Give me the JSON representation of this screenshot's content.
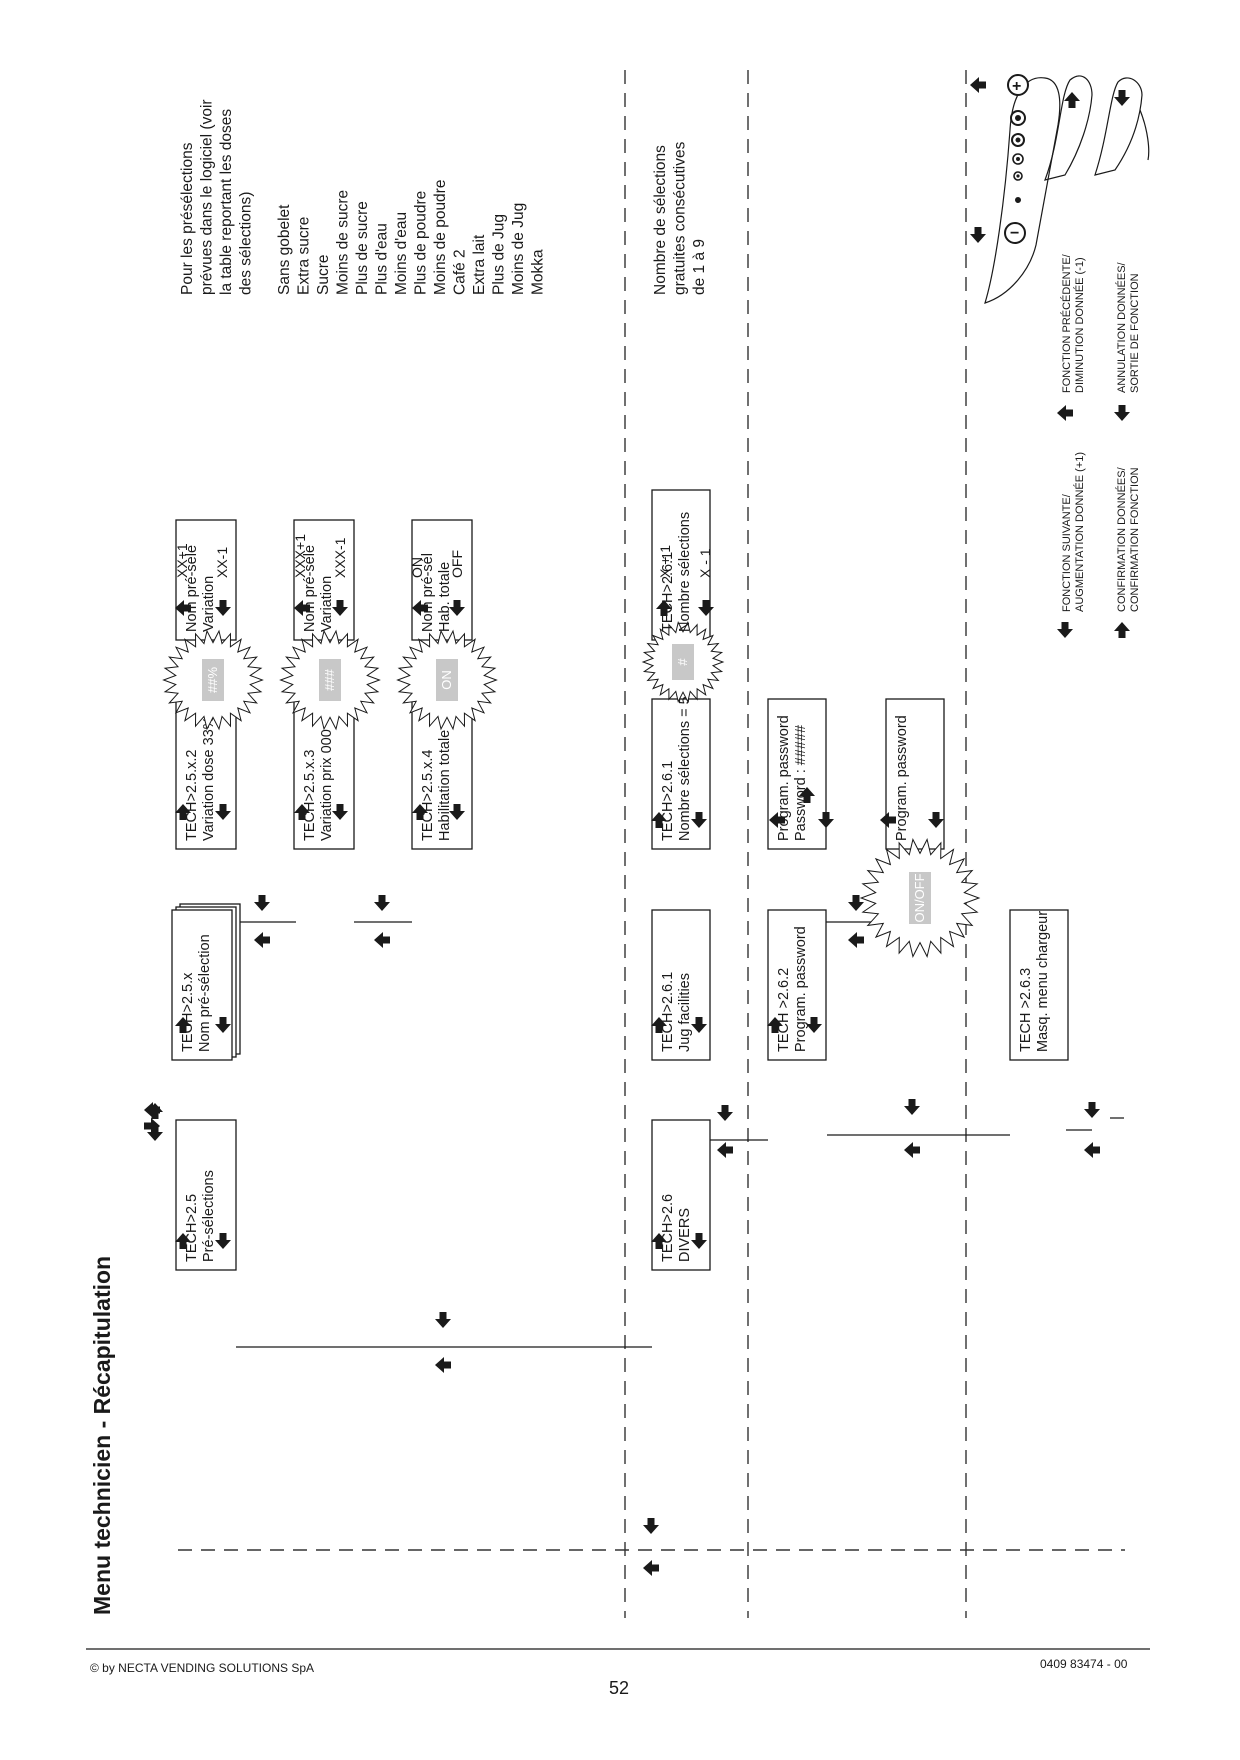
{
  "page": {
    "title": "Menu technicien - Récapitulation",
    "footer_left": "© by NECTA VENDING SOLUTIONS SpA",
    "footer_right": "0409 83474 - 00",
    "page_number": "52"
  },
  "boxes": {
    "tech25": [
      "TECH>2.5",
      "Pré-sélections"
    ],
    "tech25x": [
      "TECH>2.5.x",
      "Nom pré-sélection"
    ],
    "tech25x2": [
      "TECH>2.5.x.2",
      "Variation dose 33%"
    ],
    "tech25x3": [
      "TECH>2.5.x.3",
      "Variation prix 000"
    ],
    "tech25x4": [
      "TECH>2.5.x.4",
      "Habilitation totale"
    ],
    "edit2": [
      "Nom pré-sele",
      "Variation"
    ],
    "edit3": [
      "Nom pré-sele",
      "Variation"
    ],
    "edit4": [
      "Nom pré-sél",
      "Hab. totale"
    ],
    "tech26": [
      "TECH>2.6",
      "DIVERS"
    ],
    "tech261a": [
      "TECH>2.6.1",
      "Jug facilities"
    ],
    "tech261b": [
      "TECH>2.6.1",
      "Nombre sélections = 5"
    ],
    "tech261c": [
      "TECH>2.6.1",
      "Nombre sélections"
    ],
    "tech262": [
      "TECH >2.6.2",
      "Program. password"
    ],
    "pwd1": [
      "Program. password",
      "Password : #####"
    ],
    "pwd2": [
      "Program. password",
      ""
    ],
    "tech263": [
      "TECH >2.6.3",
      "Masq. menu chargeur"
    ]
  },
  "badges": {
    "edit2": "##%",
    "edit3": "###",
    "edit4": "ON",
    "tech261c": "#",
    "pwd2": "ON/OFF"
  },
  "values": {
    "edit2": [
      "XX+1",
      "XX-1"
    ],
    "edit3": [
      "XXX+1",
      "XXX-1"
    ],
    "edit4": [
      "ON",
      "OFF"
    ],
    "tech261c": [
      "X + 1",
      "X - 1"
    ]
  },
  "notes": {
    "preselections_intro": [
      "Pour les présélections",
      "prévues dans le logiciel (voir",
      "la table reportant les doses",
      "des sélections)"
    ],
    "preselections_list": [
      "Sans gobelet",
      "Extra sucre",
      "Sucre",
      "Moins de sucre",
      "Plus de sucre",
      "Plus d'eau",
      "Moins d'eau",
      "Plus de poudre",
      "Moins de poudre",
      "Café 2",
      "Extra lait",
      "Plus de Jug",
      "Moins de Jug",
      "Mokka"
    ],
    "jug_note": [
      "Nombre de sélections",
      "gratuites consécutives",
      "de 1 à 9"
    ]
  },
  "legend": {
    "next": [
      "FONCTION SUIVANTE/",
      "AUGMENTATION DONNÉE (+1)"
    ],
    "prev": [
      "FONCTION PRÉCÉDENTE/",
      "DIMINUTION DONNÉE (-1)"
    ],
    "confirm": [
      "CONFIRMATION DONNÉES/",
      "CONFIRMATION FONCTION"
    ],
    "cancel": [
      "ANNULATION DONNÉES/",
      "SORTIE DE FONCTION"
    ]
  },
  "icons": [
    "arrow-right-icon",
    "arrow-left-icon",
    "arrow-up-icon",
    "arrow-down-icon",
    "keypad-icon"
  ]
}
